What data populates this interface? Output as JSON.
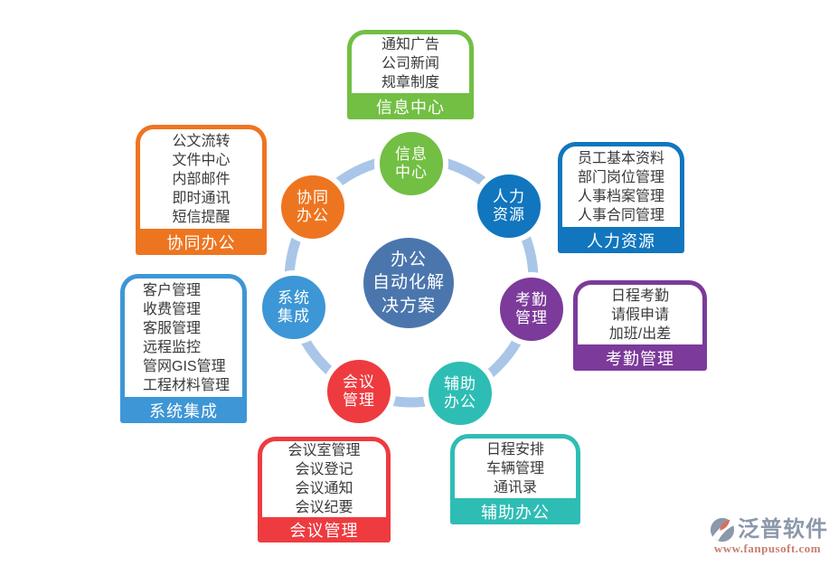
{
  "page": {
    "background": "#FFFFFF"
  },
  "ring": {
    "color": "#A9C6E8"
  },
  "center": {
    "lines": [
      "办公",
      "自动化解",
      "决方案"
    ],
    "color": "#4B76AD"
  },
  "circles": [
    {
      "id": "info-center",
      "label": [
        "信息",
        "中心"
      ],
      "color": "#72BF43"
    },
    {
      "id": "human-resources",
      "label": [
        "人力",
        "资源"
      ],
      "color": "#1176BE"
    },
    {
      "id": "attendance",
      "label": [
        "考勤",
        "管理"
      ],
      "color": "#7C3A9B"
    },
    {
      "id": "aux-office",
      "label": [
        "辅助",
        "办公"
      ],
      "color": "#2EBDB4"
    },
    {
      "id": "meeting",
      "label": [
        "会议",
        "管理"
      ],
      "color": "#EE3B40"
    },
    {
      "id": "system-integration",
      "label": [
        "系统",
        "集成"
      ],
      "color": "#3D96D5"
    },
    {
      "id": "collab-office",
      "label": [
        "协同",
        "办公"
      ],
      "color": "#EE7520"
    }
  ],
  "boxes": [
    {
      "id": "info-center",
      "label": "信息中心",
      "color": "#72BF43",
      "items": [
        "通知广告",
        "公司新闻",
        "规章制度"
      ]
    },
    {
      "id": "human-resources",
      "label": "人力资源",
      "color": "#1176BE",
      "items": [
        "员工基本资料",
        "部门岗位管理",
        "人事档案管理",
        "人事合同管理"
      ]
    },
    {
      "id": "attendance",
      "label": "考勤管理",
      "color": "#7C3A9B",
      "items": [
        "日程考勤",
        "请假申请",
        "加班/出差"
      ]
    },
    {
      "id": "aux-office",
      "label": "辅助办公",
      "color": "#2EBDB4",
      "items": [
        "日程安排",
        "车辆管理",
        "通讯录"
      ]
    },
    {
      "id": "meeting",
      "label": "会议管理",
      "color": "#EE3B40",
      "items": [
        "会议室管理",
        "会议登记",
        "会议通知",
        "会议纪要"
      ]
    },
    {
      "id": "system-integration",
      "label": "系统集成",
      "color": "#3D96D5",
      "items": [
        "客户管理",
        "收费管理",
        "客服管理",
        "远程监控",
        "管网GIS管理",
        "工程材料管理"
      ]
    },
    {
      "id": "collab-office",
      "label": "协同办公",
      "color": "#EE7520",
      "items": [
        "公文流转",
        "文件中心",
        "内部邮件",
        "即时通讯",
        "短信提醒"
      ]
    }
  ],
  "logo": {
    "title": "泛普软件",
    "url": "www.fanpusoft.com",
    "title_color": "#8C98AA",
    "url_color": "#C77E6F"
  }
}
